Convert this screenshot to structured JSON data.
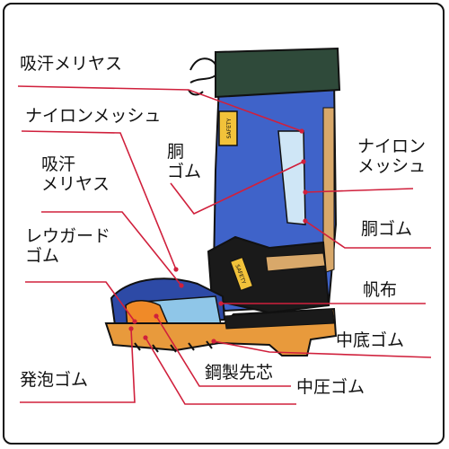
{
  "colors": {
    "leader": "#d0203c",
    "dot": "#d0203c",
    "outline": "#111111",
    "boot_blue": "#3f63c9",
    "boot_blue_dark": "#2d4aa6",
    "cuff_green": "#2f4a3a",
    "sole_orange": "#e89a3c",
    "toe_light_blue": "#8fc6e8",
    "toe_orange": "#f08a28",
    "black": "#1a1a1a",
    "tan": "#d8a86a"
  },
  "badges": {
    "top": "SAFETY",
    "ankle": "SAFETY"
  },
  "labels": [
    {
      "id": "kyukan-meriyasu-top",
      "lines": [
        "吸汗メリヤス"
      ]
    },
    {
      "id": "nylon-mesh-left",
      "lines": [
        "ナイロンメッシュ"
      ]
    },
    {
      "id": "kyukan-meriyasu-left",
      "lines": [
        "吸汗",
        "メリヤス"
      ]
    },
    {
      "id": "reguard-gomu",
      "lines": [
        "レウガード",
        "ゴム"
      ]
    },
    {
      "id": "happou-gomu",
      "lines": [
        "発泡ゴム"
      ]
    },
    {
      "id": "dou-gomu-center",
      "lines": [
        "胴",
        "ゴム"
      ]
    },
    {
      "id": "nylon-mesh-right",
      "lines": [
        "ナイロン",
        "メッシュ"
      ]
    },
    {
      "id": "dou-gomu-right",
      "lines": [
        "胴ゴム"
      ]
    },
    {
      "id": "hanpu",
      "lines": [
        "帆布"
      ]
    },
    {
      "id": "chuzoko-gomu",
      "lines": [
        "中底ゴム"
      ]
    },
    {
      "id": "kousei-sakishin",
      "lines": [
        "鋼製先芯"
      ]
    },
    {
      "id": "chuatsu-gomu",
      "lines": [
        "中圧ゴム"
      ]
    }
  ]
}
